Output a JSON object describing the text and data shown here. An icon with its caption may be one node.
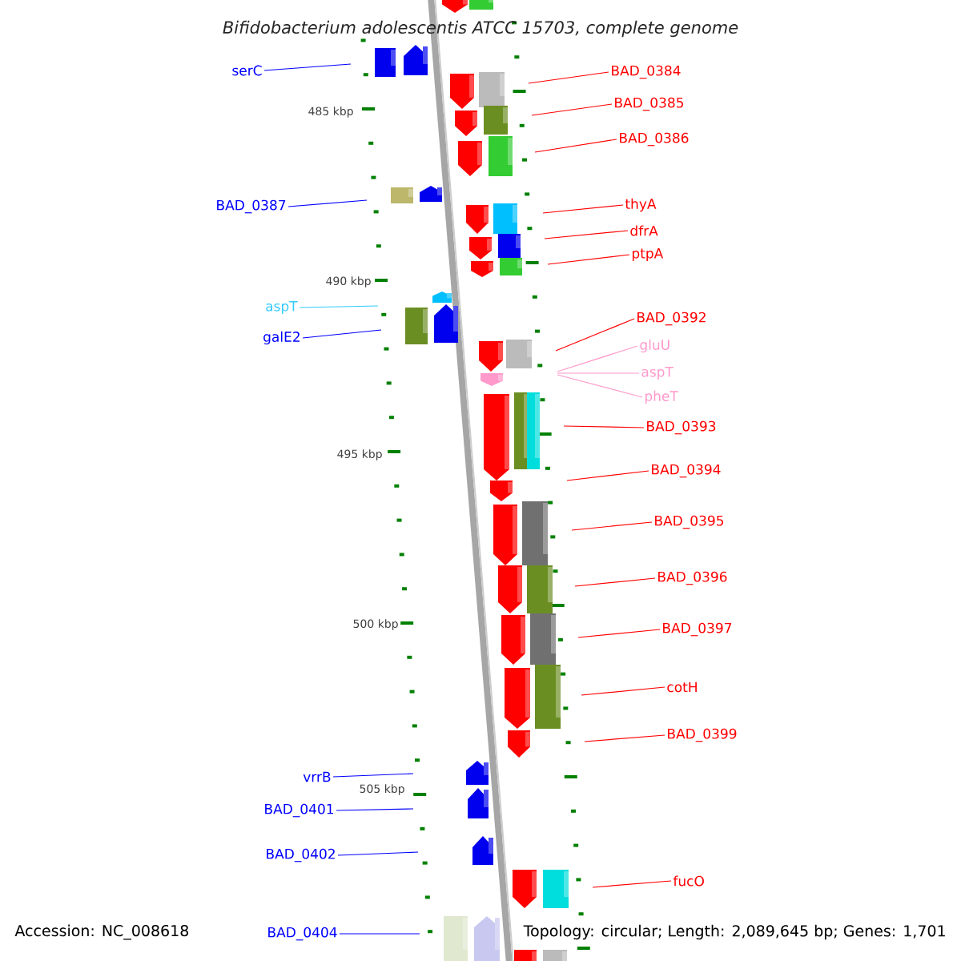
{
  "diagram": {
    "title": "Bifidobacterium adolescentis ATCC 15703, complete genome",
    "nodes": [
      {
        "text": [
          "serC"
        ]
      },
      {
        "text": [
          "BAD_0384"
        ]
      },
      {
        "text": [
          "BAD_0385"
        ]
      },
      {
        "text": [
          "BAD_0386"
        ]
      },
      {
        "text": [
          "BAD_0387"
        ]
      },
      {
        "text": [
          "thyA"
        ]
      },
      {
        "text": [
          "dfrA"
        ]
      },
      {
        "text": [
          "ptpA"
        ]
      },
      {
        "text": [
          "aspT"
        ]
      },
      {
        "text": [
          "galE2"
        ]
      },
      {
        "text": [
          "BAD_0392"
        ]
      },
      {
        "text": [
          "gluU"
        ]
      },
      {
        "text": [
          "aspT"
        ]
      },
      {
        "text": [
          "pheT"
        ]
      },
      {
        "text": [
          "BAD_0393"
        ]
      },
      {
        "text": [
          "BAD_0394"
        ]
      },
      {
        "text": [
          "BAD_0395"
        ]
      },
      {
        "text": [
          "BAD_0396"
        ]
      },
      {
        "text": [
          "BAD_0397"
        ]
      },
      {
        "text": [
          "cotH"
        ]
      },
      {
        "text": [
          "BAD_0399"
        ]
      },
      {
        "text": [
          "vrrB"
        ]
      },
      {
        "text": [
          "BAD_0401"
        ]
      },
      {
        "text": [
          "BAD_0402"
        ]
      },
      {
        "text": [
          "fucO"
        ]
      },
      {
        "text": [
          "BAD_0404"
        ]
      }
    ],
    "edges": [
      {
        "from": 0,
        "to": null,
        "arrow": "none",
        "color": "#0000ff"
      },
      {
        "from": 1,
        "to": null,
        "arrow": "none"
      },
      {
        "from": 2,
        "to": null,
        "arrow": "none"
      },
      {
        "from": 3,
        "to": null,
        "arrow": "none"
      },
      {
        "from": 4,
        "to": null,
        "arrow": "none",
        "color": "#0000ff"
      },
      {
        "from": 5,
        "to": null,
        "arrow": "none"
      },
      {
        "from": 6,
        "to": null,
        "arrow": "none"
      },
      {
        "from": 7,
        "to": null,
        "arrow": "none"
      },
      {
        "from": 8,
        "to": null,
        "arrow": "none",
        "color": "#33ccff"
      },
      {
        "from": 9,
        "to": null,
        "arrow": "none",
        "color": "#0000ff"
      },
      {
        "from": 10,
        "to": null,
        "arrow": "none"
      },
      {
        "from": 11,
        "to": null,
        "arrow": "none",
        "color": "#ff99cc"
      },
      {
        "from": 12,
        "to": null,
        "arrow": "none",
        "color": "#ff99cc"
      },
      {
        "from": 13,
        "to": null,
        "arrow": "none",
        "color": "#ff99cc"
      },
      {
        "from": 14,
        "to": null,
        "arrow": "none"
      },
      {
        "from": 15,
        "to": null,
        "arrow": "none"
      },
      {
        "from": 16,
        "to": null,
        "arrow": "none"
      },
      {
        "from": 17,
        "to": null,
        "arrow": "none"
      },
      {
        "from": 18,
        "to": null,
        "arrow": "none"
      },
      {
        "from": 19,
        "to": null,
        "arrow": "none"
      },
      {
        "from": 20,
        "to": null,
        "arrow": "none"
      },
      {
        "from": 21,
        "to": null,
        "arrow": "none",
        "color": "#0000ff"
      },
      {
        "from": 22,
        "to": null,
        "arrow": "none",
        "color": "#0000ff"
      },
      {
        "from": 23,
        "to": null,
        "arrow": "none",
        "color": "#0000ff"
      },
      {
        "from": 24,
        "to": null,
        "arrow": "none"
      },
      {
        "from": 25,
        "to": null,
        "arrow": "none",
        "color": "#0000ff"
      }
    ],
    "labels": [
      "485 kbp",
      "490 kbp",
      "495 kbp",
      "500 kbp",
      "505 kbp",
      "Accession: NC_008618",
      "Topology: circular; Length: 2,089,645 bp; Genes: 1,701"
    ]
  }
}
